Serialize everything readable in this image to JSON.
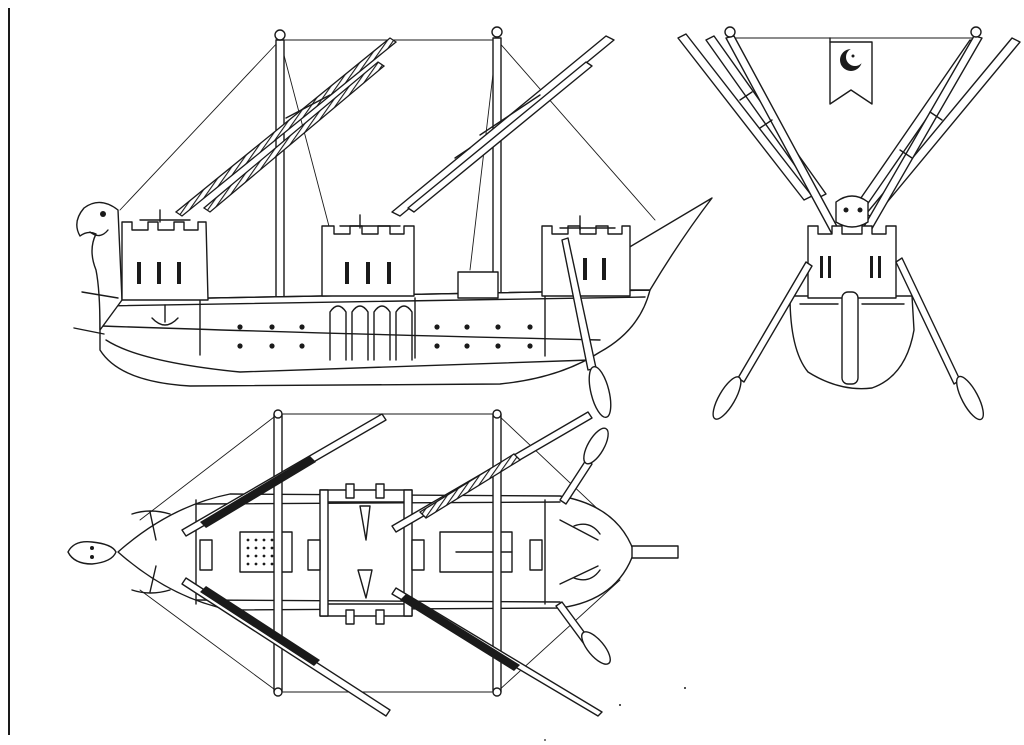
{
  "drawing": {
    "views": [
      "side-elevation",
      "plan-view",
      "bow-view"
    ]
  },
  "colors": {
    "ink": "#1a1a1a",
    "paper": "#ffffff"
  },
  "icons": {
    "banner": "crescent-moon-icon"
  }
}
